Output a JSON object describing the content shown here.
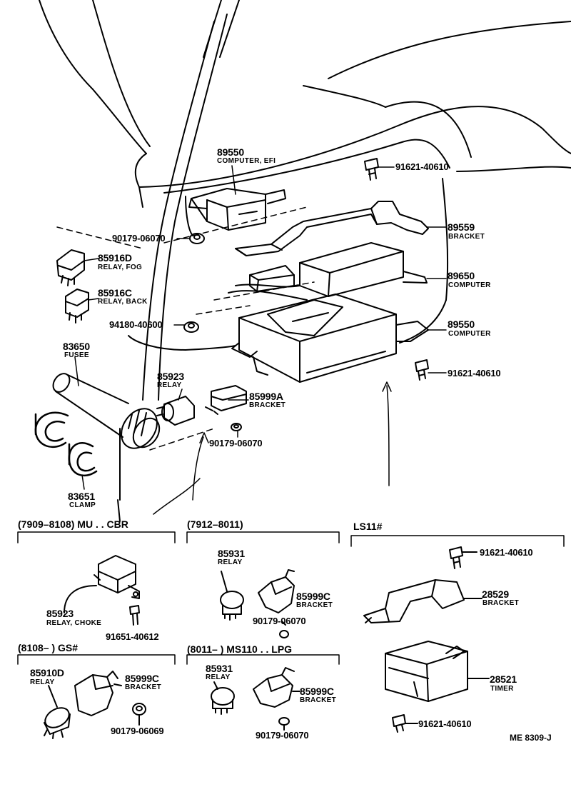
{
  "parts": {
    "computer_efi_top": {
      "number": "89550",
      "name": "COMPUTER, EFI"
    },
    "bolt_top": {
      "number": "91621-40610"
    },
    "nut_left": {
      "number": "90179-06070"
    },
    "relay_fog": {
      "number": "85916D",
      "name": "RELAY, FOG"
    },
    "relay_back": {
      "number": "85916C",
      "name": "RELAY, BACK"
    },
    "bracket_89559": {
      "number": "89559",
      "name": "BRACKET"
    },
    "computer_89650": {
      "number": "89650",
      "name": "COMPUTER"
    },
    "screw_94180": {
      "number": "94180-40600"
    },
    "computer_89550": {
      "number": "89550",
      "name": "COMPUTER"
    },
    "fusee": {
      "number": "83650",
      "name": "FUSEE"
    },
    "relay_85923": {
      "number": "85923",
      "name": "RELAY"
    },
    "bracket_85999a": {
      "number": "85999A",
      "name": "BRACKET"
    },
    "bolt_right": {
      "number": "91621-40610"
    },
    "nut_center": {
      "number": "90179-06070"
    },
    "clamp": {
      "number": "83651",
      "name": "CLAMP"
    }
  },
  "groups": {
    "g1": {
      "header": "(7909–8108) MU . . CBR",
      "relay": {
        "number": "85923",
        "name": "RELAY, CHOKE"
      },
      "bolt": {
        "number": "91651-40612"
      }
    },
    "g2": {
      "header": "(7912–8011)",
      "relay": {
        "number": "85931",
        "name": "RELAY"
      },
      "bracket": {
        "number": "85999C",
        "name": "BRACKET"
      },
      "nut": {
        "number": "90179-06070"
      }
    },
    "g3": {
      "header": "LS11#",
      "bolt_top": {
        "number": "91621-40610"
      },
      "bracket": {
        "number": "28529",
        "name": "BRACKET"
      },
      "timer": {
        "number": "28521",
        "name": "TIMER"
      },
      "bolt_bottom": {
        "number": "91621-40610"
      }
    },
    "g4": {
      "header": "(8108–          ) GS#",
      "relay": {
        "number": "85910D",
        "name": "RELAY"
      },
      "bracket": {
        "number": "85999C",
        "name": "BRACKET"
      },
      "nut": {
        "number": "90179-06069"
      }
    },
    "g5": {
      "header": "(8011–          ) MS110 . . LPG",
      "relay": {
        "number": "85931",
        "name": "RELAY"
      },
      "bracket": {
        "number": "85999C",
        "name": "BRACKET"
      },
      "nut": {
        "number": "90179-06070"
      }
    }
  },
  "reference": "ME  8309-J"
}
